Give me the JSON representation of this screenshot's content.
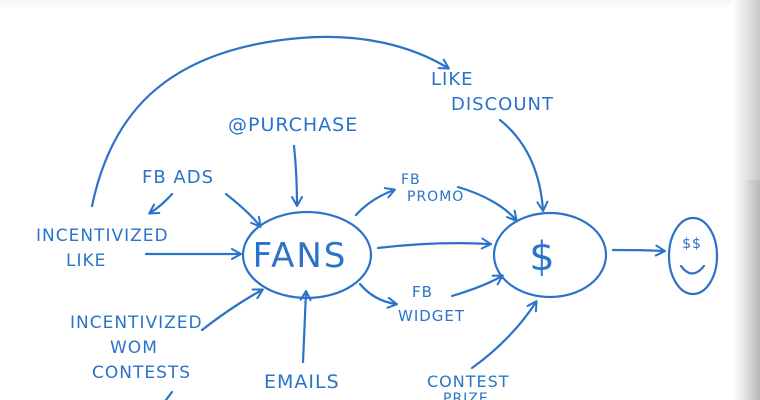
{
  "nodes": {
    "fans": "FANS",
    "dollar": "$",
    "smiley_eyes": "$$"
  },
  "labels": {
    "like_discount_1": "LIKE",
    "like_discount_2": "DISCOUNT",
    "at_purchase": "@PURCHASE",
    "fb_ads": "FB ADS",
    "incentivized_like_1": "INCENTIVIZED",
    "incentivized_like_2": "LIKE",
    "fb_promo_1": "FB",
    "fb_promo_2": "PROMO",
    "fb_widget_1": "FB",
    "fb_widget_2": "WIDGET",
    "wom_1": "INCENTIVIZED",
    "wom_2": "WOM",
    "wom_3": "CONTESTS",
    "emails": "EMAILS",
    "contest_1": "CONTEST",
    "contest_2": "PRIZE"
  }
}
